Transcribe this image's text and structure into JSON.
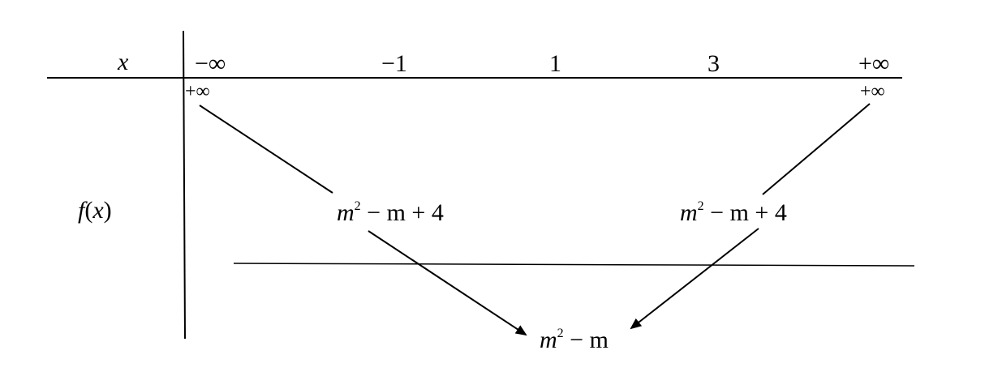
{
  "table": {
    "x_label": "x",
    "fx_label_f": "f",
    "fx_label_x": "x",
    "x_values": [
      "−∞",
      "−1",
      "1",
      "3",
      "+∞"
    ],
    "left_limit": "+∞",
    "right_limit": "+∞",
    "local_value_left": {
      "var": "m",
      "exp": "2",
      "rest": " − m + 4"
    },
    "local_value_right": {
      "var": "m",
      "exp": "2",
      "rest": " − m + 4"
    },
    "min_value": {
      "var": "m",
      "exp": "2",
      "rest": " − m"
    }
  }
}
